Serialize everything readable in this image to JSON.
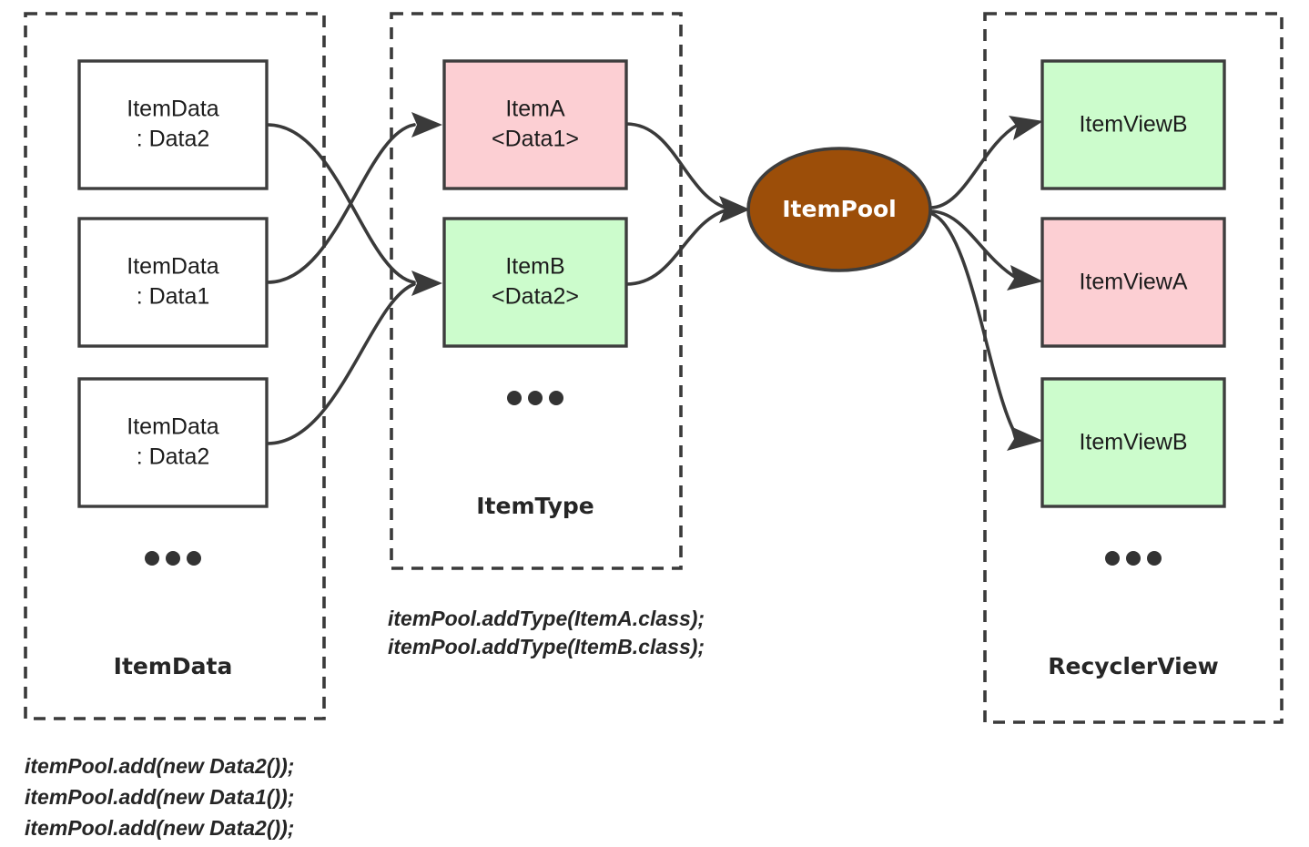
{
  "diagram": {
    "title_groups": [
      "ItemData",
      "ItemType",
      "RecyclerView"
    ],
    "groups": {
      "item_data": {
        "label": "ItemData",
        "nodes": [
          {
            "line1": "ItemData",
            "line2": ": Data2",
            "color": "plain"
          },
          {
            "line1": "ItemData",
            "line2": ": Data1",
            "color": "plain"
          },
          {
            "line1": "ItemData",
            "line2": ": Data2",
            "color": "plain"
          }
        ],
        "ellipsis": "• • •"
      },
      "item_type": {
        "label": "ItemType",
        "nodes": [
          {
            "line1": "ItemA",
            "line2": "<Data1>",
            "color": "pink"
          },
          {
            "line1": "ItemB",
            "line2": "<Data2>",
            "color": "green"
          }
        ],
        "ellipsis": "• • •"
      },
      "recycler_view": {
        "label": "RecyclerView",
        "nodes": [
          {
            "line1": "ItemViewB",
            "line2": "",
            "color": "green"
          },
          {
            "line1": "ItemViewA",
            "line2": "",
            "color": "pink"
          },
          {
            "line1": "ItemViewB",
            "line2": "",
            "color": "green"
          }
        ],
        "ellipsis": "• • •"
      }
    },
    "pool": {
      "label": "ItemPool",
      "fill": "#9c4e09",
      "text_color": "#ffffff"
    },
    "code_blocks": {
      "item_type_code": [
        "itemPool.addType(ItemA.class);",
        "itemPool.addType(ItemB.class);"
      ],
      "item_data_code": [
        "itemPool.add(new Data2());",
        "itemPool.add(new Data1());",
        "itemPool.add(new Data2());"
      ]
    },
    "colors": {
      "pink": "#fccfd3",
      "green": "#ccfccc",
      "plain": "#ffffff",
      "stroke": "#3a3a3a",
      "pool": "#9c4e09",
      "background": "#ffffff"
    }
  }
}
